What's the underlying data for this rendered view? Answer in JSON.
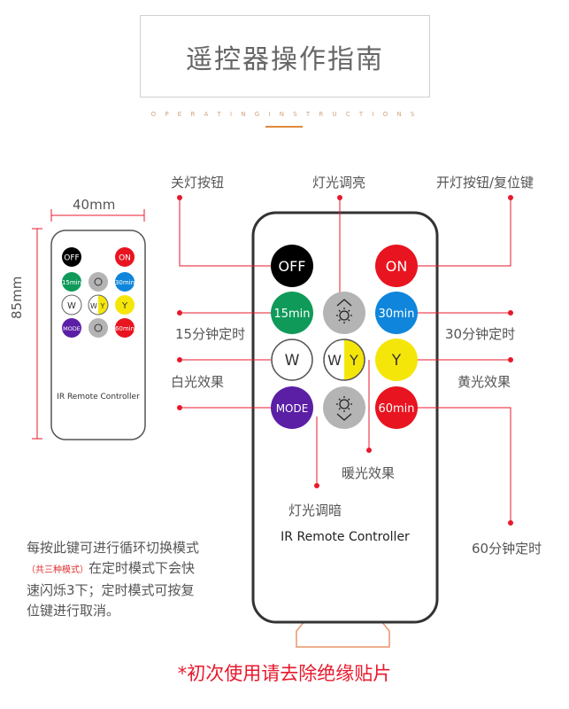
{
  "title": "遥控器操作指南",
  "subtitle_letters": "O P E R A T I N G   I N S T R U C T I O N S",
  "dimensions": {
    "width": "40mm",
    "height": "85mm"
  },
  "small_remote": {
    "label": "IR Remote Controller"
  },
  "remote": {
    "label": "IR Remote Controller",
    "buttons": {
      "off": "OFF",
      "on": "ON",
      "m15": "15min",
      "m30": "30min",
      "w": "W",
      "wy_w": "W",
      "wy_y": "Y",
      "y": "Y",
      "mode": "MODE",
      "m60": "60min"
    }
  },
  "labels": {
    "off": "关灯按钮",
    "brighten": "灯光调亮",
    "on": "开灯按钮/复位键",
    "m15": "15分钟定时",
    "m30": "30分钟定时",
    "white": "白光效果",
    "yellow": "黄光效果",
    "warm": "暖光效果",
    "dim": "灯光调暗",
    "m60": "60分钟定时"
  },
  "mode_note": {
    "line1": "每按此键可进行循环切换模式",
    "line2_red": "（共三种模式）",
    "line2_rest": "在定时模式下会快",
    "line3": "速闪烁3下；定时模式可按复",
    "line4": "位键进行取消。"
  },
  "footer": "*初次使用请去除绝缘贴片",
  "colors": {
    "black": "#000000",
    "red": "#e8141f",
    "green": "#0f9a59",
    "blue": "#0f86db",
    "yellow": "#f5e60a",
    "purple": "#5b1fa6",
    "gray": "#b4b4b4",
    "annotation_red": "#e8192c"
  }
}
